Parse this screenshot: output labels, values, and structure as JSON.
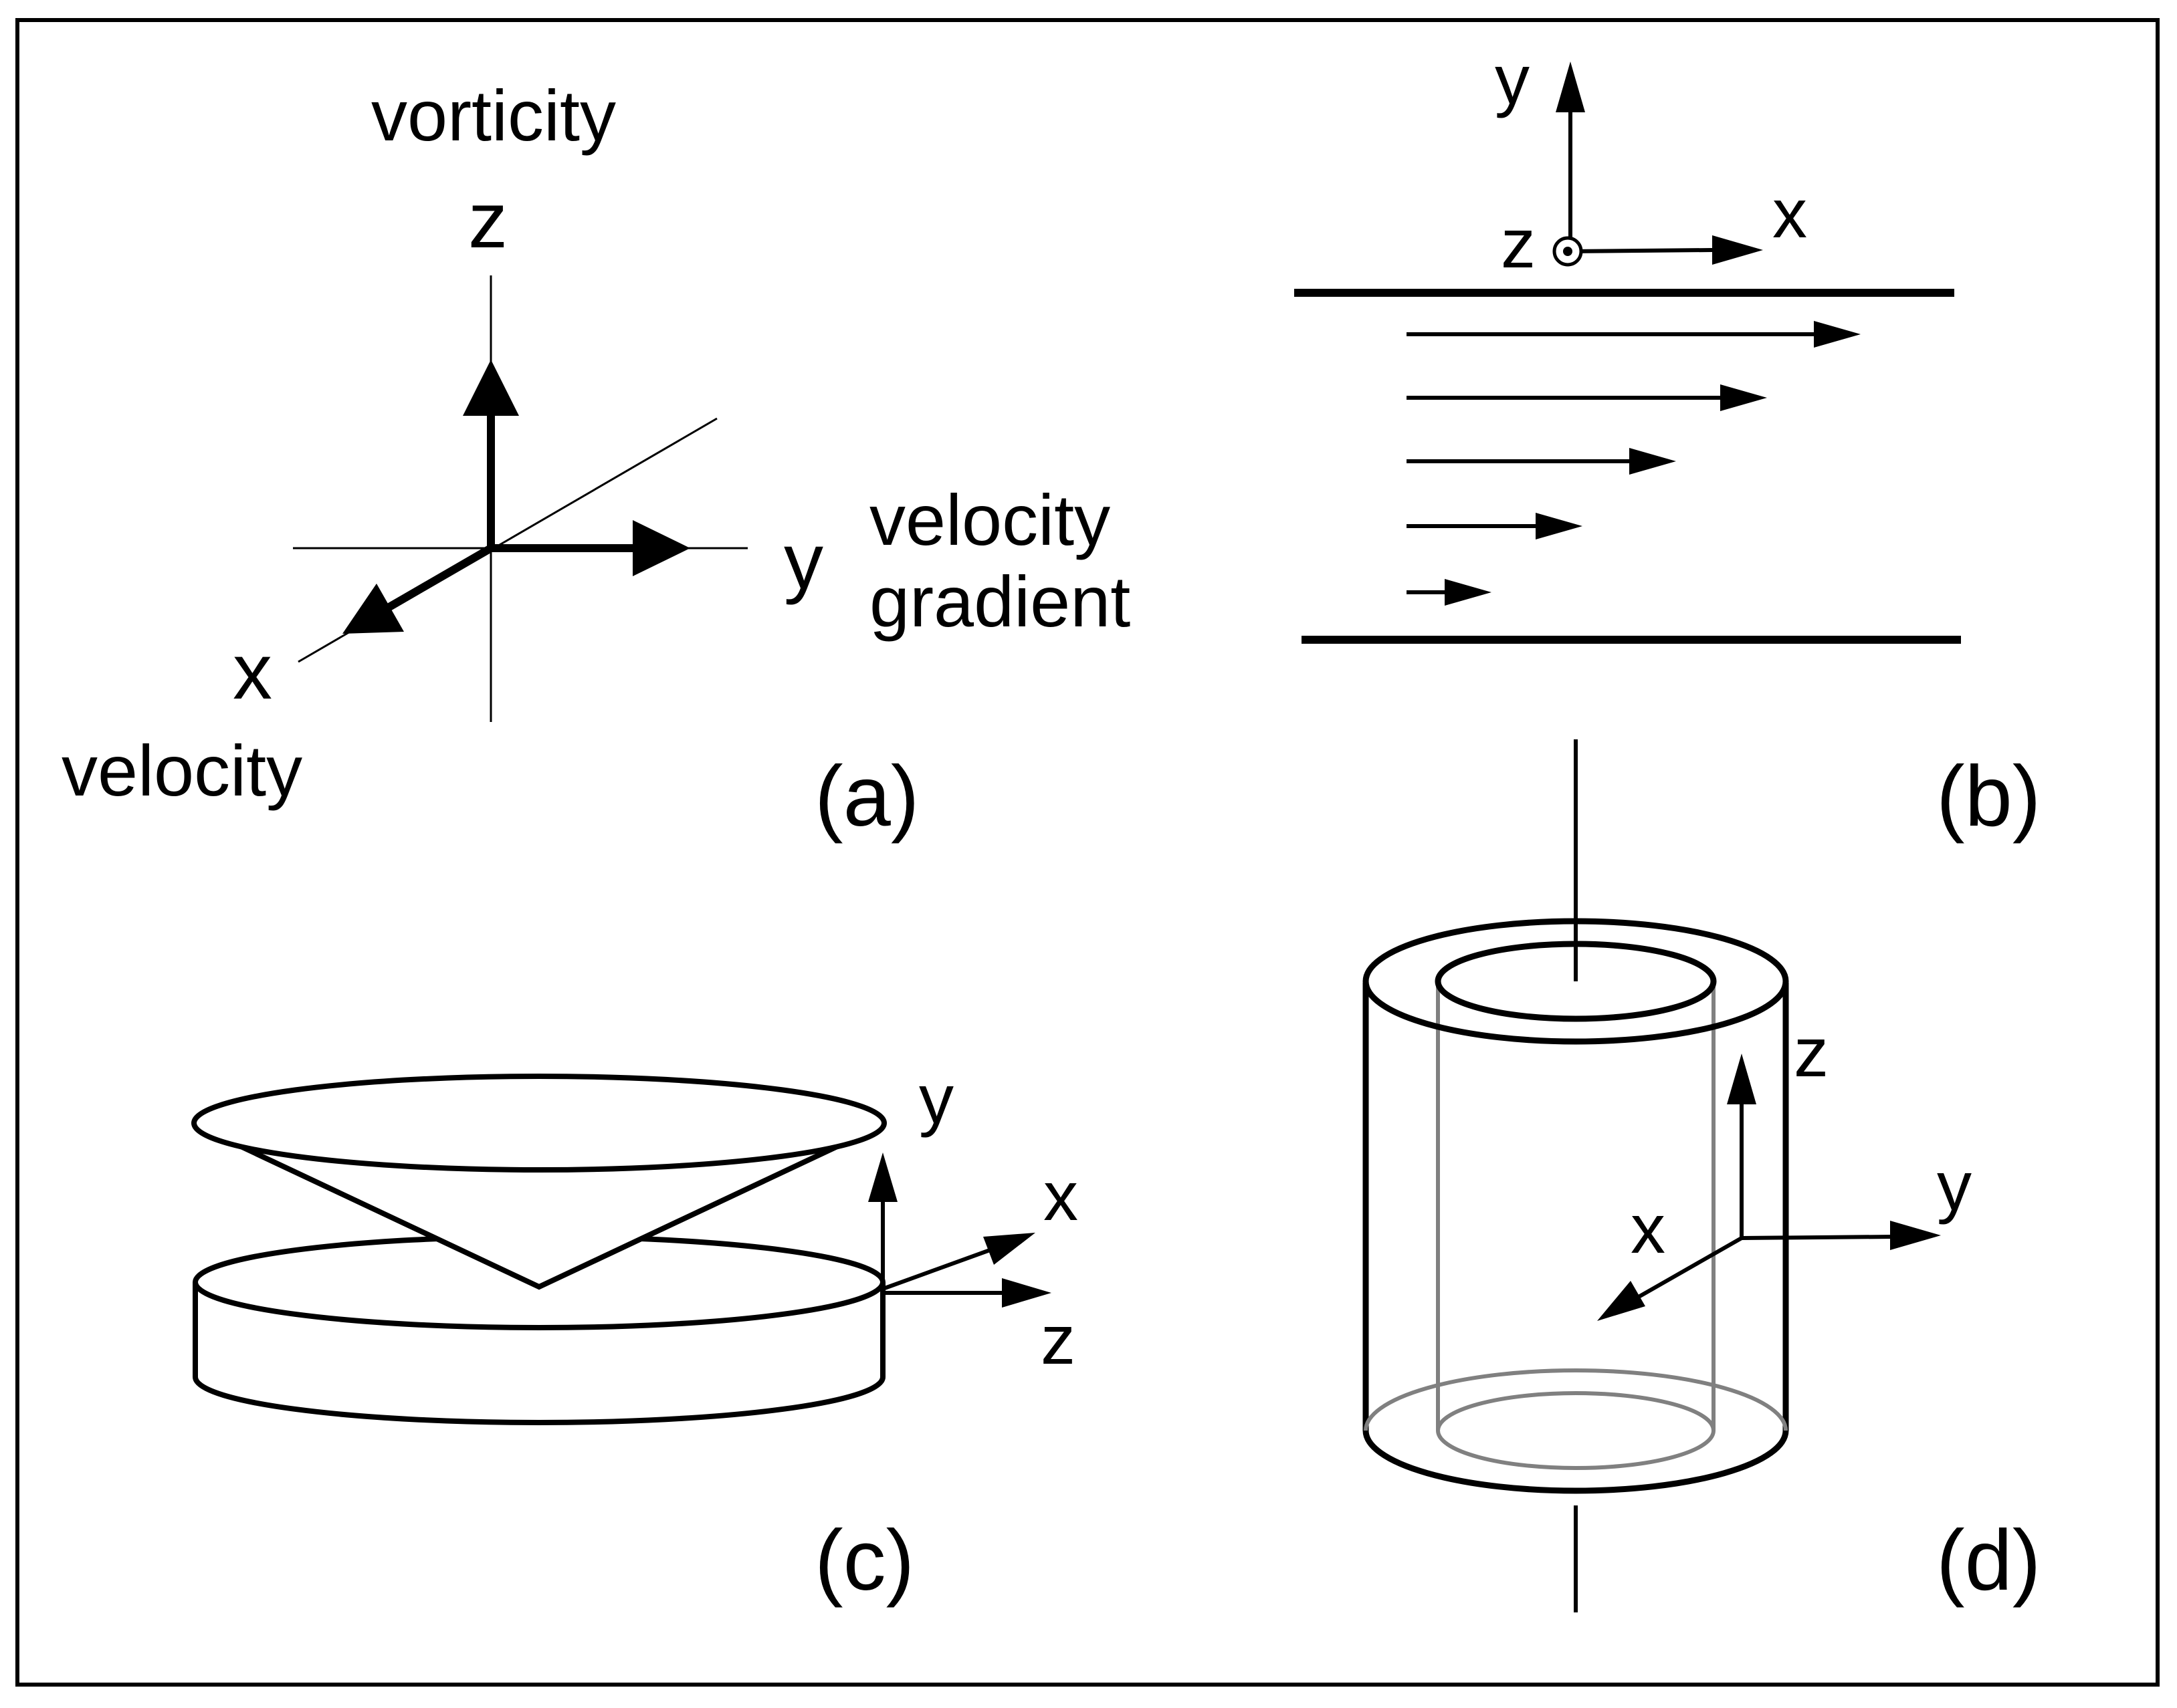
{
  "panels": {
    "a": {
      "label": "(a)",
      "axes": {
        "z": "z",
        "y": "y",
        "x": "x"
      },
      "names": {
        "z": "vorticity",
        "y_line1": "velocity",
        "y_line2": "gradient",
        "x": "velocity"
      }
    },
    "b": {
      "label": "(b)",
      "axes": {
        "y": "y",
        "x": "x",
        "z": "z"
      }
    },
    "c": {
      "label": "(c)",
      "axes": {
        "y": "y",
        "x": "x",
        "z": "z"
      }
    },
    "d": {
      "label": "(d)",
      "axes": {
        "z": "z",
        "y": "y",
        "x": "x"
      }
    }
  },
  "colors": {
    "line": "#000000",
    "inner_cylinder_line": "#808080"
  }
}
